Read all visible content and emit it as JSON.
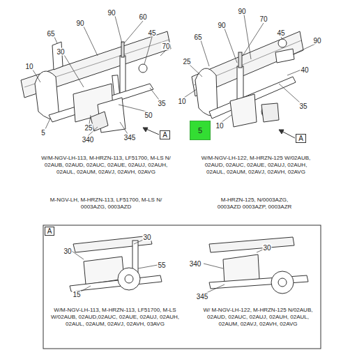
{
  "diagram": {
    "nodes": [
      {
        "text": [
          "A"
        ]
      },
      {
        "text": [
          "5"
        ]
      },
      {
        "text": [
          "A"
        ]
      },
      {
        "text": [
          "A"
        ]
      }
    ],
    "labels": [
      "90",
      "90",
      "60",
      "65",
      "45",
      "70",
      "30",
      "10",
      "35",
      "50",
      "5",
      "25",
      "340",
      "345",
      "90",
      "90",
      "70",
      "65",
      "45",
      "90",
      "25",
      "40",
      "10",
      "10",
      "35",
      "W/M-NGV-LH-113, M-HRZN-113, LF51700, M-LS N/ 02AUB, 02AUD, 02AUC, 02AUE, 02AUJ, 02AUH, 02AUL, 02AUM, 02AVJ, 02AVH, 02AVG",
      "W/M-NGV-LH-122, M-HRZN-125 W/02AUB, 02AUD, 02AUC, 02AUE, 02AUJ, 02AUH, 02AUL, 02AUM, 02AVJ, 02AVH, 02AVG",
      "M-NGV-LH, M-HRZN-113, LF51700, M-LS N/ 0003AZG, 0003AZD",
      "M-HRZN-125, N/0003AZG, 0003AZD 0003AZP, 0003AZR",
      "30",
      "30",
      "55",
      "15",
      "30",
      "340",
      "345",
      "W/M-NGV-LH-113, M-HRZN-113, LF51700, M-LS W/02AUB, 02AUD,02AUC, 02AUE, 02AUJ, 02AUH, 02AUL, 02AUM, 02AVJ, 02AVH, 03AVG",
      "W/ M-NGV-LH-122, M-HRZN-125 N/02AUB, 02AUD, 02AUC, 02AUJ, 02AUH, 02AUL, 02AUM, 02AVJ, 02AVH, 02AVG"
    ]
  }
}
